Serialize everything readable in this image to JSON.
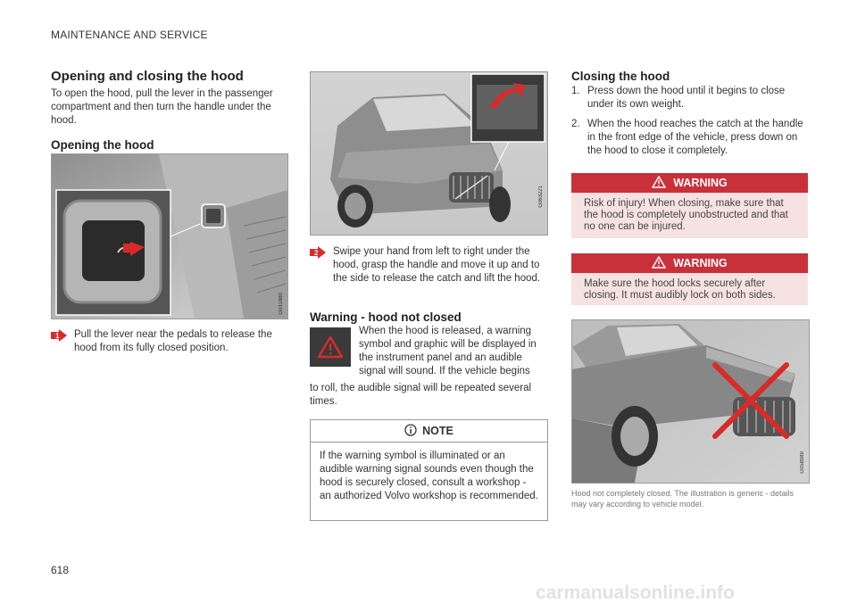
{
  "header": {
    "section": "MAINTENANCE AND SERVICE",
    "page_number": "618"
  },
  "watermark": "carmanualsonline.info",
  "col1": {
    "title": "Opening and closing the hood",
    "intro": "To open the hood, pull the lever in the passenger compartment and then turn the handle under the hood.",
    "sub_open": "Opening the hood",
    "fig1_code": "G031880",
    "step1_badge": "1",
    "step1_text": "Pull the lever near the pedals to release the hood from its fully closed position."
  },
  "col2": {
    "fig2_code": "G063221",
    "step2_badge": "2",
    "step2_text": "Swipe your hand from left to right under the hood, grasp the handle and move it up and to the side to release the catch and lift the hood.",
    "warn_title": "Warning - hood not closed",
    "warn_text_a": "When the hood is released, a warning symbol and graphic will be displayed in the instrument panel and an audible signal will sound. If the vehicle begins",
    "warn_text_b": "to roll, the audible signal will be repeated several times.",
    "note_label": "NOTE",
    "note_text": "If the warning symbol is illuminated or an audible warning signal sounds even though the hood is securely closed, consult a workshop - an authorized Volvo workshop is recommended."
  },
  "col3": {
    "title": "Closing the hood",
    "steps": [
      {
        "n": "1.",
        "text": "Press down the hood until it begins to close under its own weight."
      },
      {
        "n": "2.",
        "text": "When the hood reaches the catch at the handle in the front edge of the vehicle, press down on the hood to close it completely."
      }
    ],
    "warning1": {
      "label": "WARNING",
      "text": "Risk of injury! When closing, make sure that the hood is completely unobstructed and that no one can be injured."
    },
    "warning2": {
      "label": "WARNING",
      "text": "Make sure the hood locks securely after closing. It must audibly lock on both sides."
    },
    "fig3_code": "G058989",
    "caption": "Hood not completely closed. The illustration is generic - details may vary according to vehicle model."
  },
  "colors": {
    "warning_red": "#c8313a",
    "warning_bg": "#f6e2e2",
    "arrow_red": "#d92a2a"
  },
  "icons": {
    "warning": "warning-triangle-icon",
    "note": "info-circle-icon",
    "step": "red-arrow-badge-icon"
  }
}
